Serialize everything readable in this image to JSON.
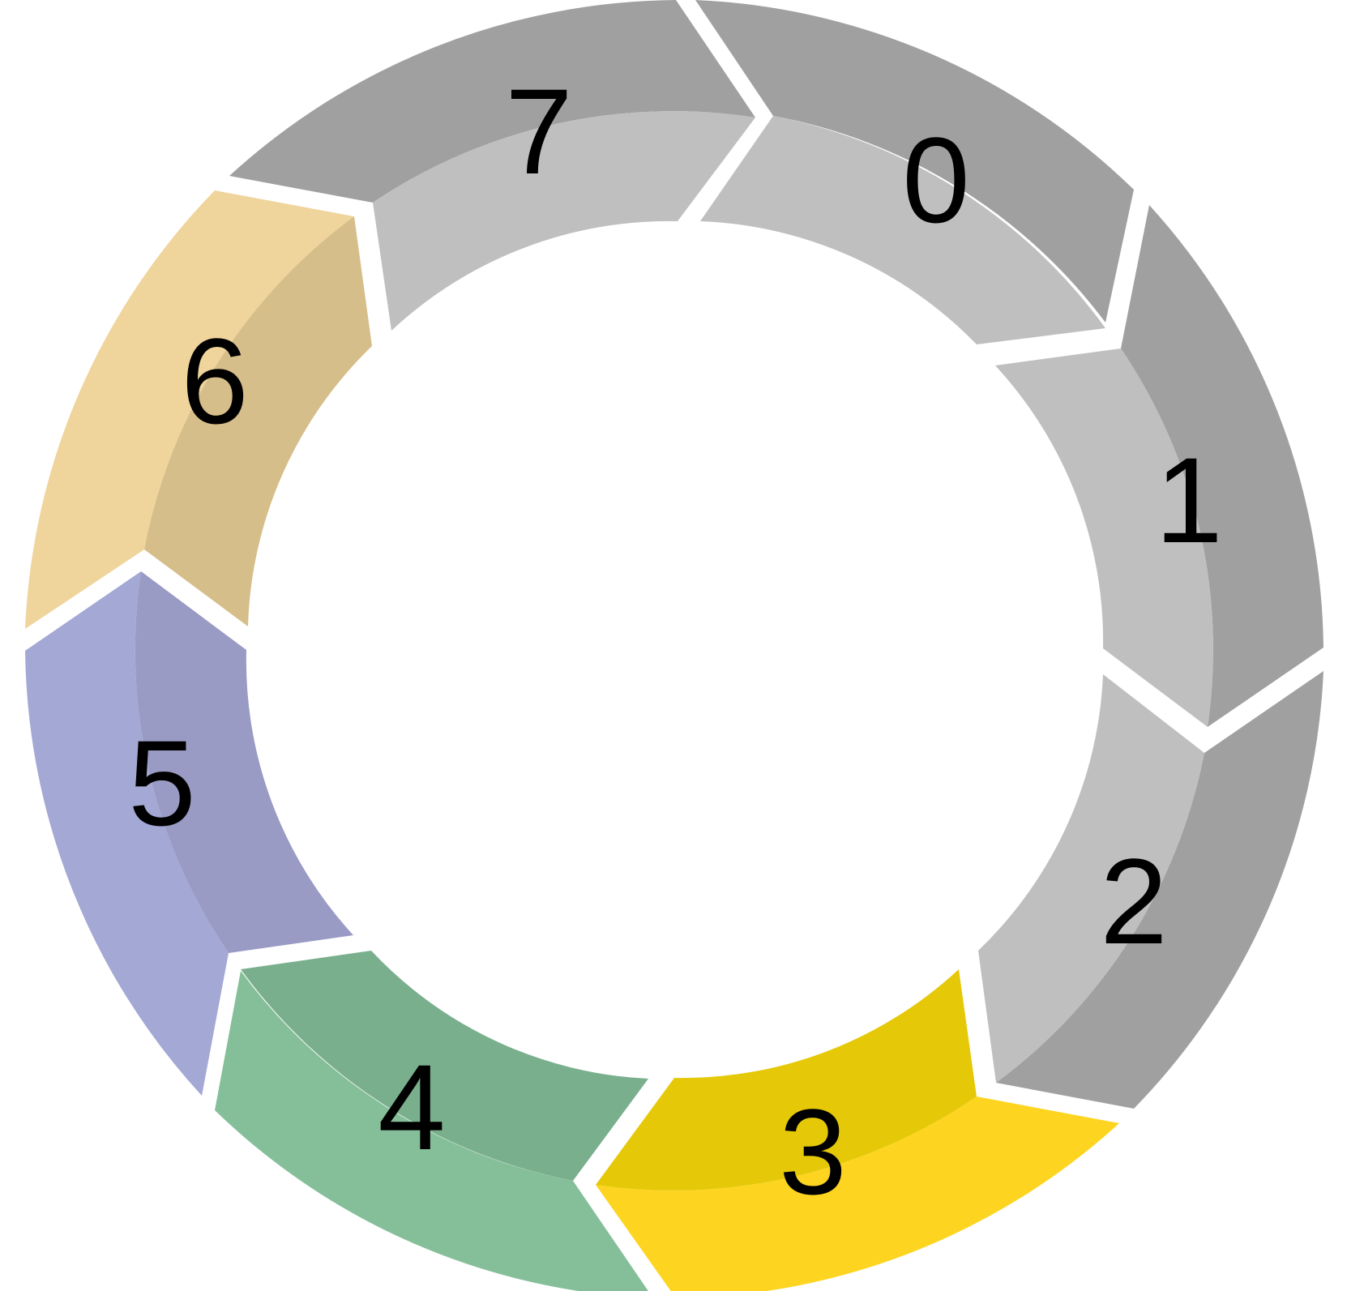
{
  "diagram": {
    "segments": [
      {
        "label": "0",
        "outer_color": "#a0a0a0",
        "inner_color": "#bfbfbf"
      },
      {
        "label": "1",
        "outer_color": "#a0a0a0",
        "inner_color": "#bfbfbf"
      },
      {
        "label": "2",
        "outer_color": "#a0a0a0",
        "inner_color": "#bfbfbf"
      },
      {
        "label": "3",
        "outer_color": "#fdd520",
        "inner_color": "#e5c808"
      },
      {
        "label": "4",
        "outer_color": "#85bf99",
        "inner_color": "#7aaf8d"
      },
      {
        "label": "5",
        "outer_color": "#a3a8d4",
        "inner_color": "#999bc4"
      },
      {
        "label": "6",
        "outer_color": "#efd49c",
        "inner_color": "#d6be8a"
      },
      {
        "label": "7",
        "outer_color": "#a0a0a0",
        "inner_color": "#bfbfbf"
      }
    ]
  }
}
